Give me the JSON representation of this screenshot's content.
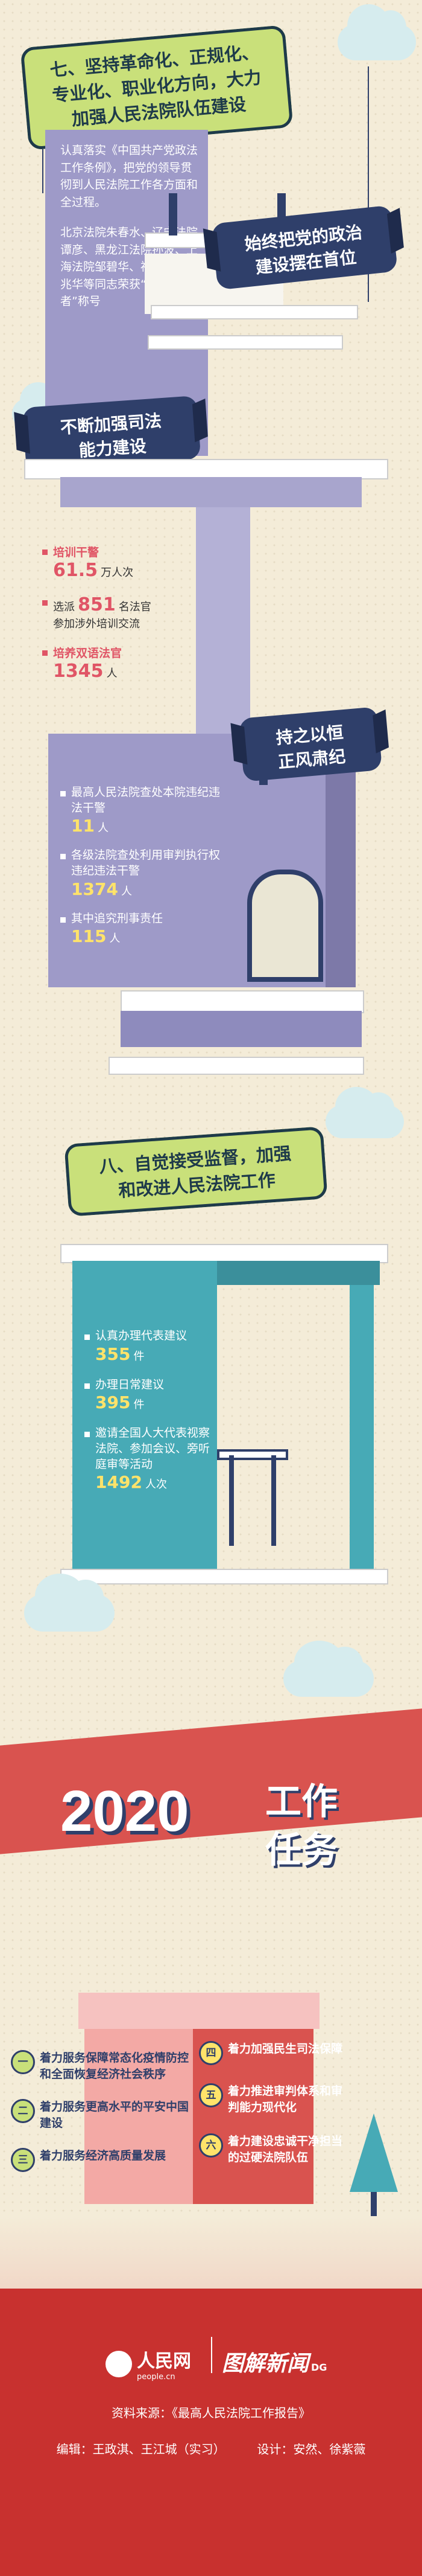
{
  "section7": {
    "title_lines": [
      "七、坚持革命化、正规化、",
      "专业化、职业化方向，大力",
      "加强人民法院队伍建设"
    ],
    "intro": "认真落实《中国共产党政法工作条例》，把党的领导贯彻到人民法院工作各方面和全过程。",
    "honor": "北京法院朱春水、辽宁法院谭彦、黑龙江法院孙波、上海法院邹碧华、福建法院周兆华等同志荣获“最美奋斗者”称号",
    "tag_political": [
      "始终把党的政治",
      "建设摆在首位"
    ],
    "tag_judicial": [
      "不断加强司法",
      "能力建设"
    ],
    "stats1": [
      {
        "label": "培训干警",
        "value": "61.5",
        "unit": "万人次"
      },
      {
        "label_prefix": "选派",
        "value": "851",
        "label_suffix": "名法官",
        "label2": "参加涉外培训交流"
      },
      {
        "label": "培养双语法官",
        "value": "1345",
        "unit": "人"
      }
    ],
    "tag_discipline": [
      "持之以恒",
      "正风肃纪"
    ],
    "stats2": [
      {
        "label": "最高人民法院查处本院违纪违法干警",
        "value": "11",
        "unit": "人"
      },
      {
        "label": "各级法院查处利用审判执行权违纪违法干警",
        "value": "1374",
        "unit": "人"
      },
      {
        "label": "其中追究刑事责任",
        "value": "115",
        "unit": "人"
      }
    ]
  },
  "section8": {
    "title_lines": [
      "八、自觉接受监督，加强",
      "和改进人民法院工作"
    ],
    "stats": [
      {
        "label": "认真办理代表建议",
        "value": "355",
        "unit": "件"
      },
      {
        "label": "办理日常建议",
        "value": "395",
        "unit": "件"
      },
      {
        "label": "邀请全国人大代表视察法院、参加会议、旁听庭审等活动",
        "value": "1492",
        "unit": "人次"
      }
    ]
  },
  "tasks": {
    "year": "2020",
    "title_1": "工作",
    "title_2": "任务",
    "left": [
      {
        "num": "一",
        "text": "着力服务保障常态化疫情防控和全面恢复经济社会秩序"
      },
      {
        "num": "二",
        "text": "着力服务更高水平的平安中国建设"
      },
      {
        "num": "三",
        "text": "着力服务经济高质量发展"
      }
    ],
    "right": [
      {
        "num": "四",
        "text": "着力加强民生司法保障"
      },
      {
        "num": "五",
        "text": "着力推进审判体系和审判能力现代化"
      },
      {
        "num": "六",
        "text": "着力建设忠诚干净担当的过硬法院队伍"
      }
    ]
  },
  "footer": {
    "logo_main": "人民网",
    "logo_sub": "people.cn",
    "brand": "图解新闻",
    "brand_suffix": "DG",
    "source": "资料来源：《最高人民法院工作报告》",
    "credits_edit": "编辑：王政淇、王江城（实习）",
    "credits_design": "设计：安然、徐紫薇"
  },
  "colors": {
    "red": "#e05566",
    "purple": "#9e9ac8",
    "teal": "#47aab6",
    "navy": "#2f3f6a",
    "green": "#c9e07a",
    "footer": "#c8312f"
  }
}
